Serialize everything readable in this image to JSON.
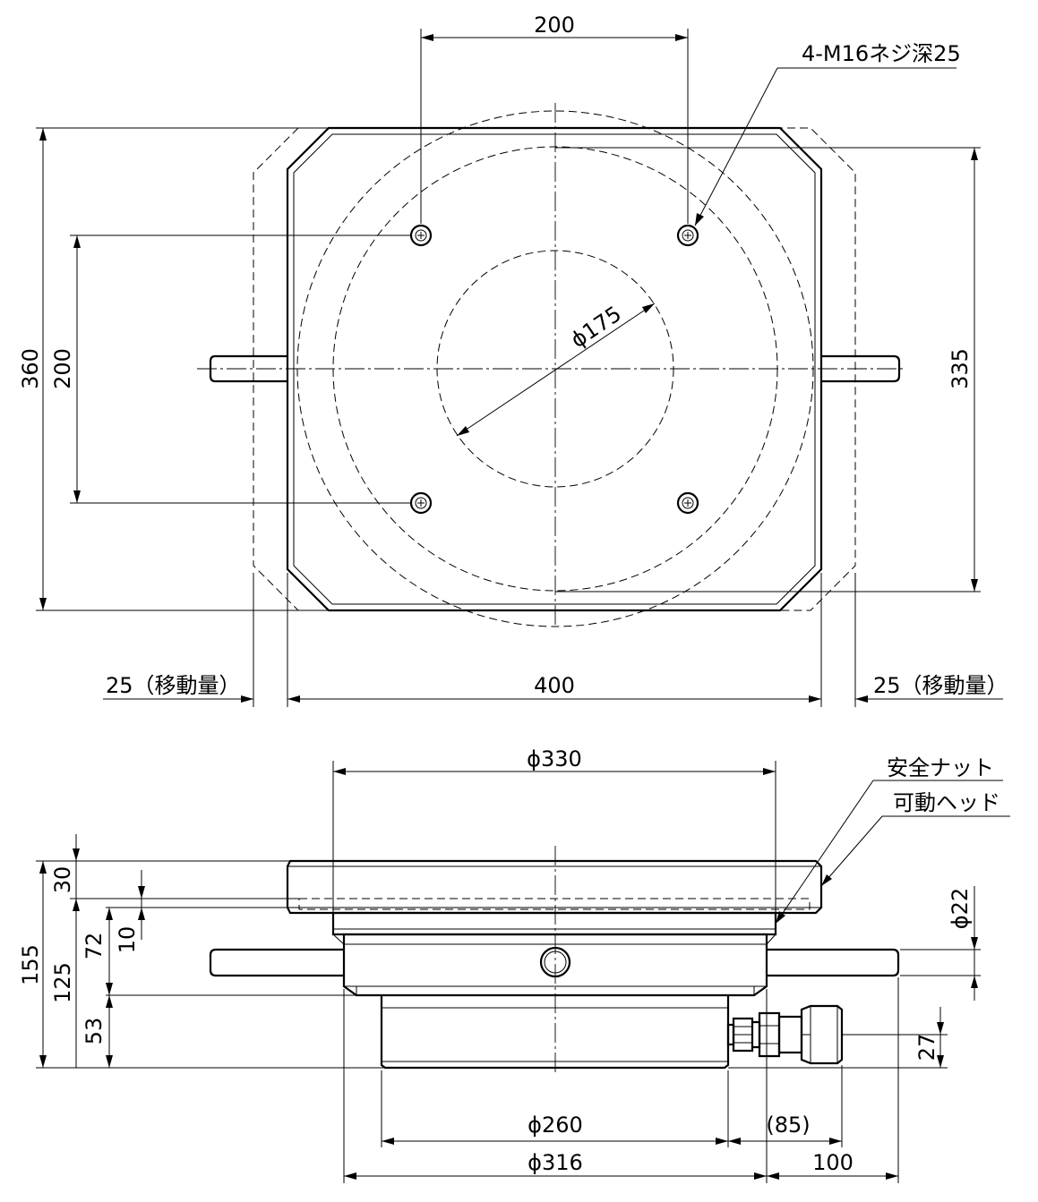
{
  "top_view": {
    "dims": {
      "hole_spacing_x": "200",
      "hole_spacing_y": "200",
      "overall_height": "360",
      "inner_height": "335",
      "circle_dia": "ϕ175",
      "width": "400",
      "travel_left": "25（移動量）",
      "travel_right": "25（移動量）"
    },
    "callouts": {
      "tapped_holes": "4-M16ネジ深25"
    }
  },
  "side_view": {
    "dims": {
      "head_dia": "ϕ330",
      "flange_thk": "30",
      "overall_height": "155",
      "height_72": "72",
      "height_10": "10",
      "height_125": "125",
      "base_height": "53",
      "handle_dia": "ϕ22",
      "coupler_height": "27",
      "base_dia": "ϕ260",
      "coupler_offset": "(85)",
      "body_dia": "ϕ316",
      "coupler_length": "100"
    },
    "callouts": {
      "safety_nut": "安全ナット",
      "movable_head": "可動ヘッド"
    }
  }
}
